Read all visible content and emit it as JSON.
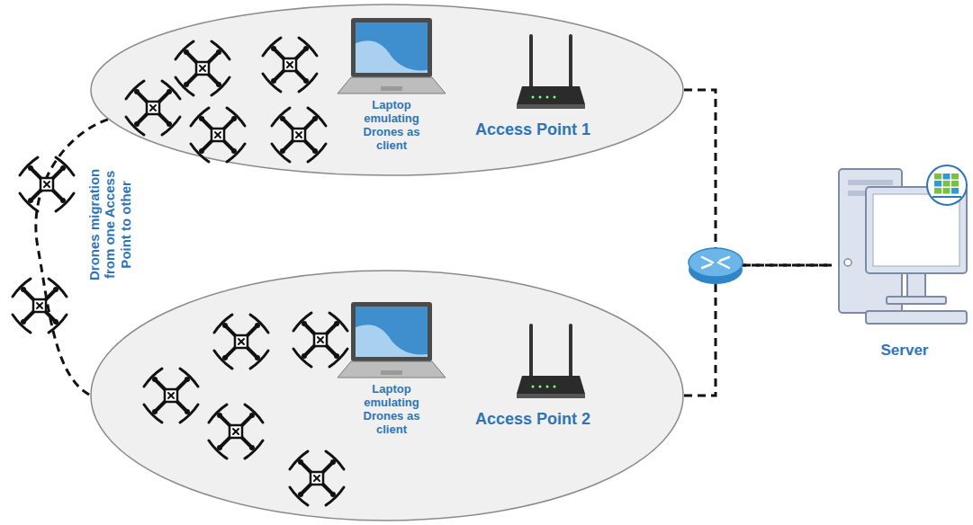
{
  "diagram": {
    "nodes": [
      {
        "text": [
          "Laptop emulating Drones as client",
          "Access Point 1"
        ]
      },
      {
        "text": [
          "Laptop emulating Drones as client",
          "Access Point 2"
        ]
      },
      {
        "text": [
          "Server"
        ]
      }
    ],
    "edges": [
      {
        "from": 0,
        "to": 2,
        "arrow": "none"
      },
      {
        "from": 1,
        "to": 2,
        "arrow": "none"
      },
      {
        "from": 0,
        "to": 1,
        "arrow": "none",
        "label": "Drones migration from one Access Point to other"
      }
    ]
  }
}
